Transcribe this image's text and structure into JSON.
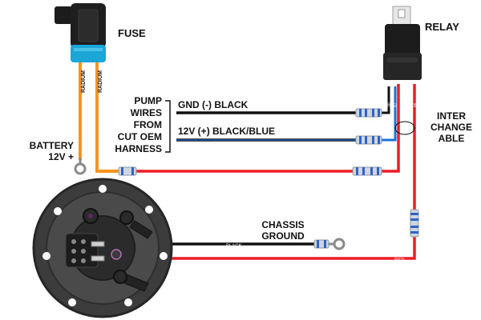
{
  "labels": {
    "fuse": "FUSE",
    "relay": "RELAY",
    "battery_line1": "BATTERY",
    "battery_line2": "12V +",
    "pump_line1": "PUMP",
    "pump_line2": "WIRES",
    "pump_line3": "FROM",
    "pump_line4": "CUT OEM",
    "pump_line5": "HARNESS",
    "gnd_wire": "GND (-) BLACK",
    "v12_wire": "12V (+) BLACK/BLUE",
    "inter_line1": "INTER",
    "inter_line2": "CHANGE",
    "inter_line3": "ABLE",
    "chassis_line1": "CHASSIS",
    "chassis_line2": "GROUND",
    "black_tag": "BLACK",
    "red_tag": "RED",
    "fuse_tag": "RADIUM",
    "relay_pin_tags": [
      "30",
      "87",
      "86",
      "85"
    ]
  },
  "colors": {
    "orange_wire": "#f7941d",
    "red_wire": "#ee1c25",
    "black_wire": "#111111",
    "blue_wire": "#1e6fd9",
    "fuse_blue": "#1aa6d6",
    "module_gray": "#3c3c3c"
  }
}
